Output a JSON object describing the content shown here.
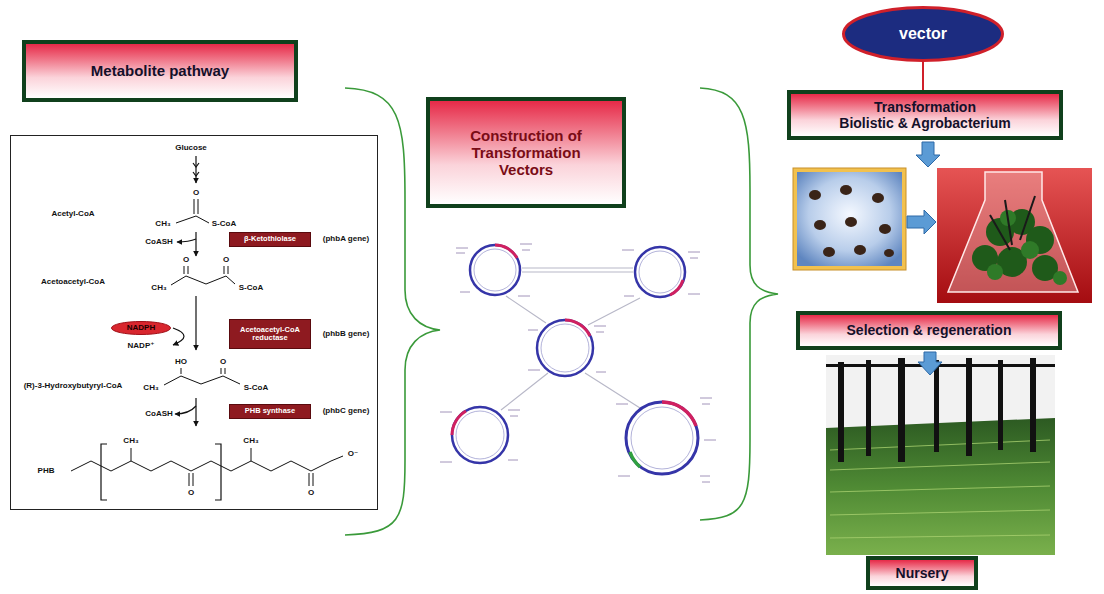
{
  "diagram": {
    "nodes": [
      {
        "text": [
          "Metabolite pathway"
        ]
      },
      {
        "text": [
          "Glucose",
          "Acetyl-CoA",
          "O",
          "CH₃",
          "S-CoA",
          "CoASH",
          "(phbA gene)",
          "Acetoacetyl-CoA",
          "O",
          "O",
          "CH₃",
          "S-CoA",
          "NADP⁺",
          "(phbB gene)",
          "(R)-3-Hydroxybutyryl-CoA",
          "HO",
          "O",
          "CH₃",
          "S-CoA",
          "CoASH",
          "(phbC gene)",
          "PHB",
          "CH₃",
          "CH₃",
          "O",
          "O",
          "O⁻"
        ]
      },
      {
        "text": [
          "β-Ketothiolase"
        ],
        "in": 1
      },
      {
        "text": [
          "Acetoacetyl-CoA reductase"
        ],
        "in": 1
      },
      {
        "text": [
          "PHB synthase"
        ],
        "in": 1
      },
      {
        "text": [
          "NADPH"
        ],
        "in": 1
      },
      {
        "text": [
          "Construction of Transformation Vectors"
        ]
      },
      {
        "text": [
          "vector"
        ]
      },
      {
        "text": [
          "Transformation",
          "Biolistic & Agrobacterium"
        ]
      },
      {
        "text": [
          "Selection & regeneration"
        ]
      },
      {
        "text": [
          "Nursery"
        ]
      }
    ],
    "edges": [
      {
        "from": 7,
        "to": 8,
        "arrow": "none"
      }
    ]
  }
}
